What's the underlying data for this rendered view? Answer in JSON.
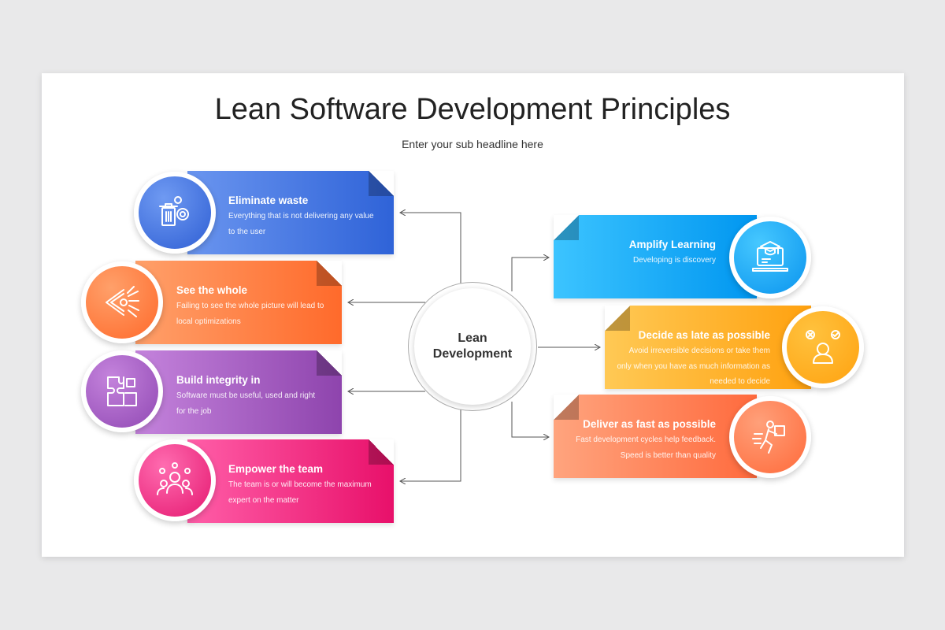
{
  "title": "Lean Software Development Principles",
  "subtitle": "Enter your sub headline here",
  "center": {
    "line1": "Lean",
    "line2": "Development"
  },
  "left": [
    {
      "title": "Eliminate waste",
      "desc": "Everything that is not delivering any value to the user",
      "icon": "trash-gear-icon",
      "color": "#3f72e0"
    },
    {
      "title": "See the whole",
      "desc": "Failing to see the whole picture will lead to local optimizations",
      "icon": "eye-vision-icon",
      "color": "#ff7a3a"
    },
    {
      "title": "Build integrity in",
      "desc": "Software must be useful, used and right for the job",
      "icon": "puzzle-icon",
      "color": "#a458c8"
    },
    {
      "title": "Empower the team",
      "desc": "The team is or will become the maximum expert on the matter",
      "icon": "team-icon",
      "color": "#f0207a"
    }
  ],
  "right": [
    {
      "title": "Amplify Learning",
      "desc": "Developing is discovery",
      "icon": "laptop-graduation-icon",
      "color": "#1aa6f5"
    },
    {
      "title": "Decide as late as possible",
      "desc": "Avoid irreversible decisions or take them only when you have as much information as needed to decide",
      "icon": "person-decision-icon",
      "color": "#ffad1f"
    },
    {
      "title": "Deliver as fast as possible",
      "desc": "Fast development cycles help feedback. Speed is better than quality",
      "icon": "delivery-runner-icon",
      "color": "#ff7a4a"
    }
  ]
}
